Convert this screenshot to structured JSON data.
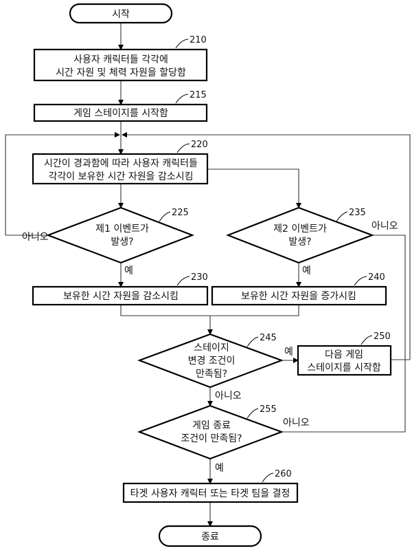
{
  "start": "시작",
  "end": "종료",
  "steps": {
    "s210": {
      "ref": "210",
      "lines": [
        "사용자 캐릭터들 각각에",
        "시간 자원 및 체력 자원을 할당함"
      ]
    },
    "s215": {
      "ref": "215",
      "lines": [
        "게임 스테이지를 시작함"
      ]
    },
    "s220": {
      "ref": "220",
      "lines": [
        "시간이 경과함에 따라 사용자 캐릭터들",
        "각각이 보유한 시간 자원을 감소시킴"
      ]
    },
    "s225": {
      "ref": "225",
      "lines": [
        "제1 이벤트가",
        "발생?"
      ]
    },
    "s230": {
      "ref": "230",
      "lines": [
        "보유한 시간 자원을 감소시킴"
      ]
    },
    "s235": {
      "ref": "235",
      "lines": [
        "제2 이벤트가",
        "발생?"
      ]
    },
    "s240": {
      "ref": "240",
      "lines": [
        "보유한 시간 자원을 증가시킴"
      ]
    },
    "s245": {
      "ref": "245",
      "lines": [
        "스테이지",
        "변경 조건이",
        "만족됨?"
      ]
    },
    "s250": {
      "ref": "250",
      "lines": [
        "다음 게임",
        "스테이지를 시작함"
      ]
    },
    "s255": {
      "ref": "255",
      "lines": [
        "게임 종료",
        "조건이 만족됨?"
      ]
    },
    "s260": {
      "ref": "260",
      "lines": [
        "타겟 사용자 캐릭터 또는 타겟 팀을 결정"
      ]
    }
  },
  "branch_labels": {
    "no_225": "아니오",
    "yes_225": "예",
    "no_235": "아니오",
    "yes_235": "예",
    "yes_245": "예",
    "no_245": "아니오",
    "no_255": "아니오",
    "yes_255": "예"
  }
}
